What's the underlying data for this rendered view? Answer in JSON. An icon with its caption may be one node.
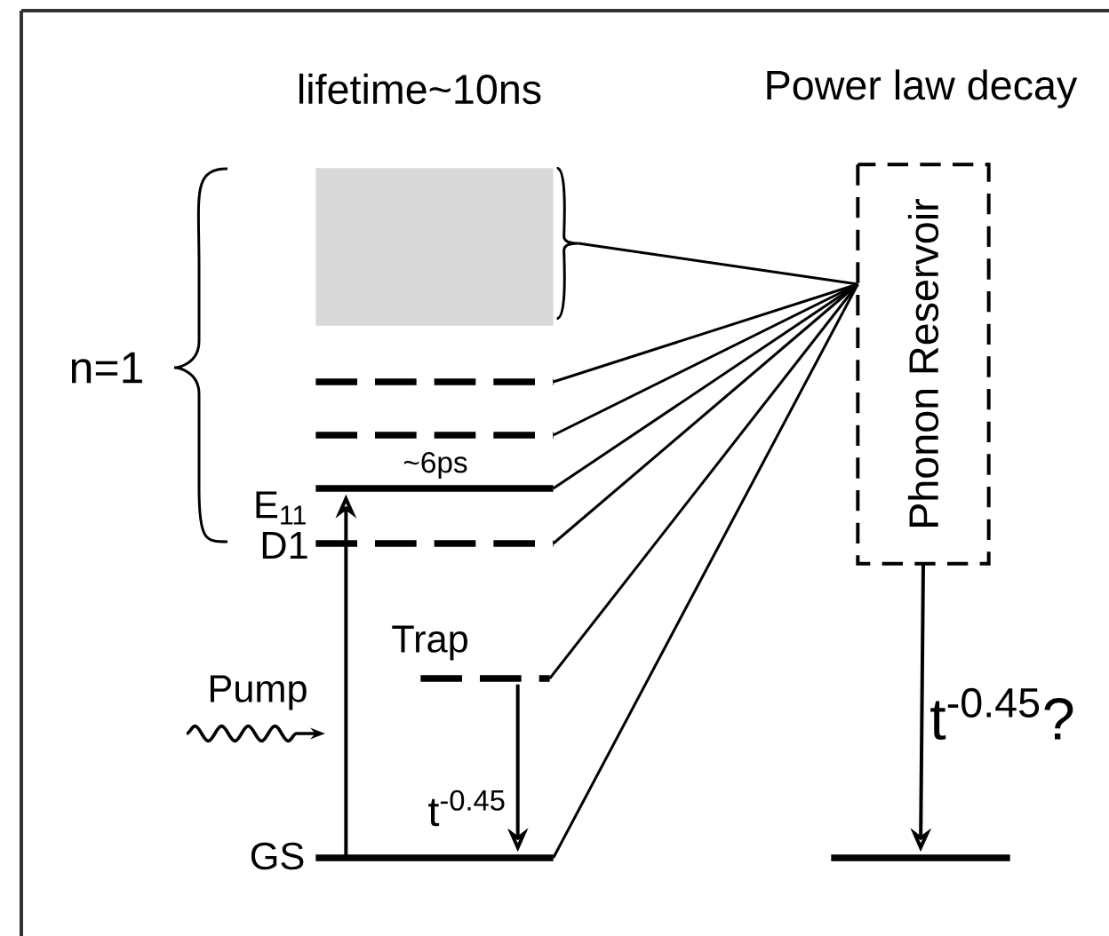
{
  "diagram": {
    "nodes": [
      {
        "text": [],
        "shape": "box"
      },
      {
        "text": [],
        "shape": "bar"
      },
      {
        "text": [],
        "shape": "bar"
      },
      {
        "text": [],
        "shape": "bar",
        "beside": [
          "E$_{11}$",
          "~6ps"
        ]
      },
      {
        "text": [],
        "shape": "bar",
        "beside": [
          "D1"
        ]
      },
      {
        "text": [],
        "shape": "bar",
        "beside": [
          "Trap"
        ]
      },
      {
        "text": [],
        "shape": "bar",
        "beside": [
          "GS"
        ]
      },
      {
        "text": [
          "Phonon Reservoir"
        ]
      },
      {
        "text": [],
        "shape": "bar"
      }
    ],
    "edges": [
      {
        "from": 0,
        "to": 7,
        "arrow": "none"
      },
      {
        "from": 1,
        "to": 7,
        "arrow": "none"
      },
      {
        "from": 2,
        "to": 7,
        "arrow": "none"
      },
      {
        "from": 3,
        "to": 7,
        "arrow": "none"
      },
      {
        "from": 4,
        "to": 7,
        "arrow": "none"
      },
      {
        "from": 5,
        "to": 7,
        "arrow": "none"
      },
      {
        "from": 6,
        "to": 7,
        "arrow": "none"
      },
      {
        "from": 6,
        "to": 3,
        "arrow": "to"
      },
      {
        "from": 5,
        "to": 6,
        "arrow": "to",
        "label": "t$^{-0.45}$"
      },
      {
        "from": 7,
        "to": 8,
        "arrow": "to",
        "label": "t$^{-0.45}$?"
      }
    ],
    "labels": [
      "lifetime~10ns",
      "Power law decay",
      "n=1",
      "Pump"
    ]
  }
}
